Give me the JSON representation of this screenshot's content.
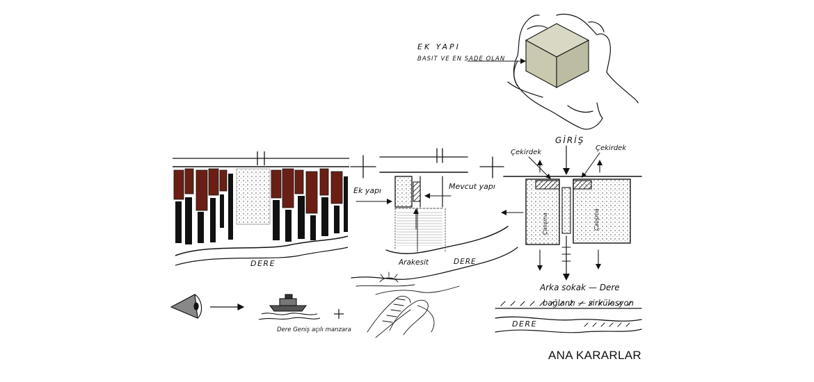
{
  "caption": "ANA KARARLAR",
  "labels": {
    "ek_yapi_top": "EK YAPI",
    "basit": "BASIT VE EN SADE OLAN",
    "giris": "GİRİŞ",
    "cekirdek_left": "Çekirdek",
    "cekirdek_right": "Çekirdek",
    "calisma_left": "Çalışma",
    "calisma_right": "Çalışma",
    "ek_yapi_mid": "Ek yapı",
    "mevcut_yapi": "Mevcut yapı",
    "arakesit": "Arakesit",
    "dere_left": "DERE",
    "dere_mid": "DERE",
    "dere_right": "DERE",
    "arka_sokak_1": "Arka sokak — Dere",
    "arka_sokak_2": "bağlantı — sirkülasyon",
    "genis_acili": "Dere   Geniş açılı manzara"
  },
  "colors": {
    "ink": "#111111",
    "brick": "#6b1f14",
    "cube_top": "#d8d8c4",
    "cube_side": "#bcbca2",
    "cube_front": "#c9c9b0"
  }
}
